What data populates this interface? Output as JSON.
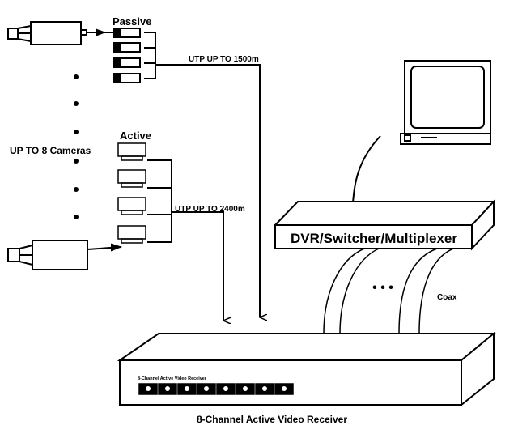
{
  "labels": {
    "passive": "Passive",
    "active": "Active",
    "cameras": "UP TO 8 Cameras",
    "utp_passive": "UTP UP TO 1500m",
    "utp_active": "UTP UP TO 2400m",
    "dvr": "DVR/Switcher/Multiplexer",
    "coax": "Coax",
    "coax_dots": "• • •",
    "receiver_panel": "8-Channel Active Video Receiver",
    "receiver_caption": "8-Channel Active Video Receiver"
  }
}
